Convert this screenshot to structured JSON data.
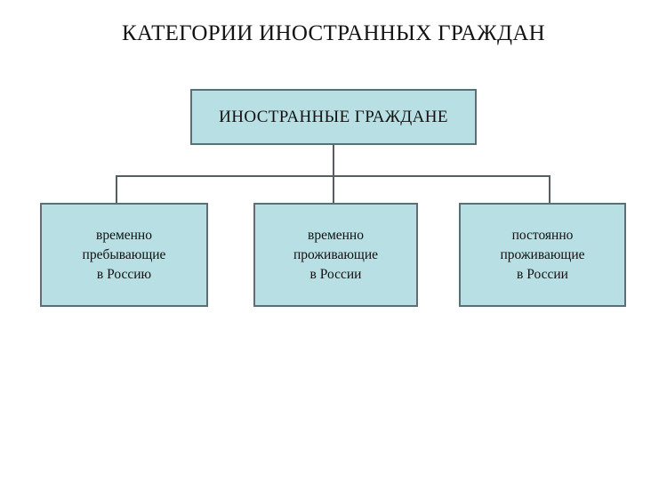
{
  "diagram": {
    "title": "КАТЕГОРИИ ИНОСТРАННЫХ ГРАЖДАН",
    "root": {
      "label": "ИНОСТРАННЫЕ ГРАЖДАНЕ"
    },
    "children": [
      {
        "label": "временно\nпребывающие\nв Россию"
      },
      {
        "label": "временно\nпроживающие\nв России"
      },
      {
        "label": "постоянно\nпроживающие\nв России"
      }
    ],
    "colors": {
      "box_fill": "#b8e0e4",
      "box_border": "#5d6e74",
      "connector": "#555f63",
      "text": "#111111",
      "background": "#ffffff"
    }
  }
}
